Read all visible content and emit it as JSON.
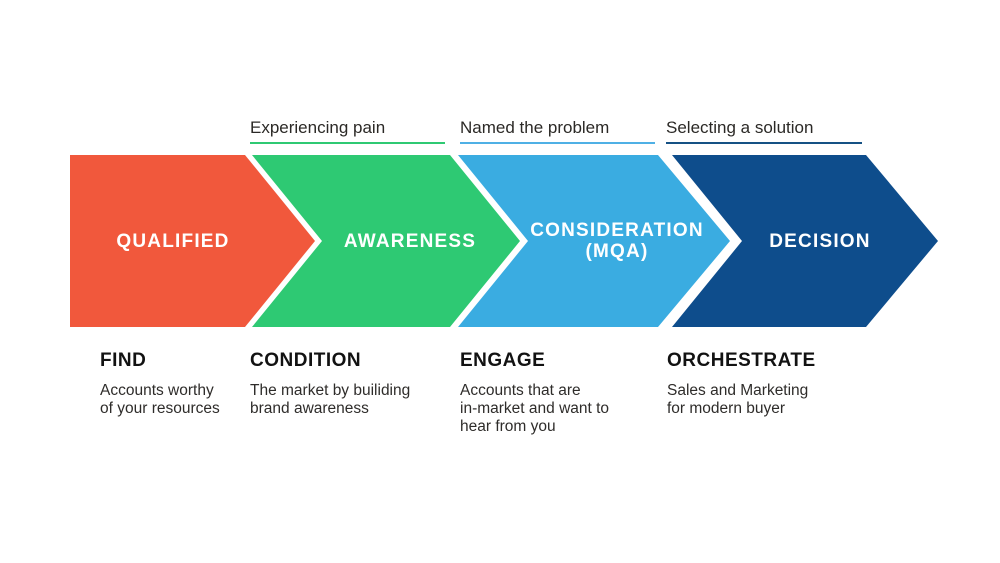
{
  "stage_headers": [
    {
      "label": "Experiencing pain",
      "underline_color": "#2fc973"
    },
    {
      "label": "Named the problem",
      "underline_color": "#4fb0e5"
    },
    {
      "label": "Selecting a solution",
      "underline_color": "#155184"
    }
  ],
  "stages": [
    {
      "label": "QUALIFIED",
      "color": "#f1583c"
    },
    {
      "label": "AWARENESS",
      "color": "#2ec973"
    },
    {
      "label": "CONSIDERATION\n(MQA)",
      "color": "#3aace1"
    },
    {
      "label": "DECISION",
      "color": "#0e4d8c"
    }
  ],
  "footers": [
    {
      "title": "FIND",
      "description": "Accounts worthy\nof your resources"
    },
    {
      "title": "CONDITION",
      "description": "The market by builiding\nbrand awareness"
    },
    {
      "title": "ENGAGE",
      "description": "Accounts that are\nin-market and want to\nhear from you"
    },
    {
      "title": "ORCHESTRATE",
      "description": "Sales and Marketing\nfor modern buyer"
    }
  ]
}
